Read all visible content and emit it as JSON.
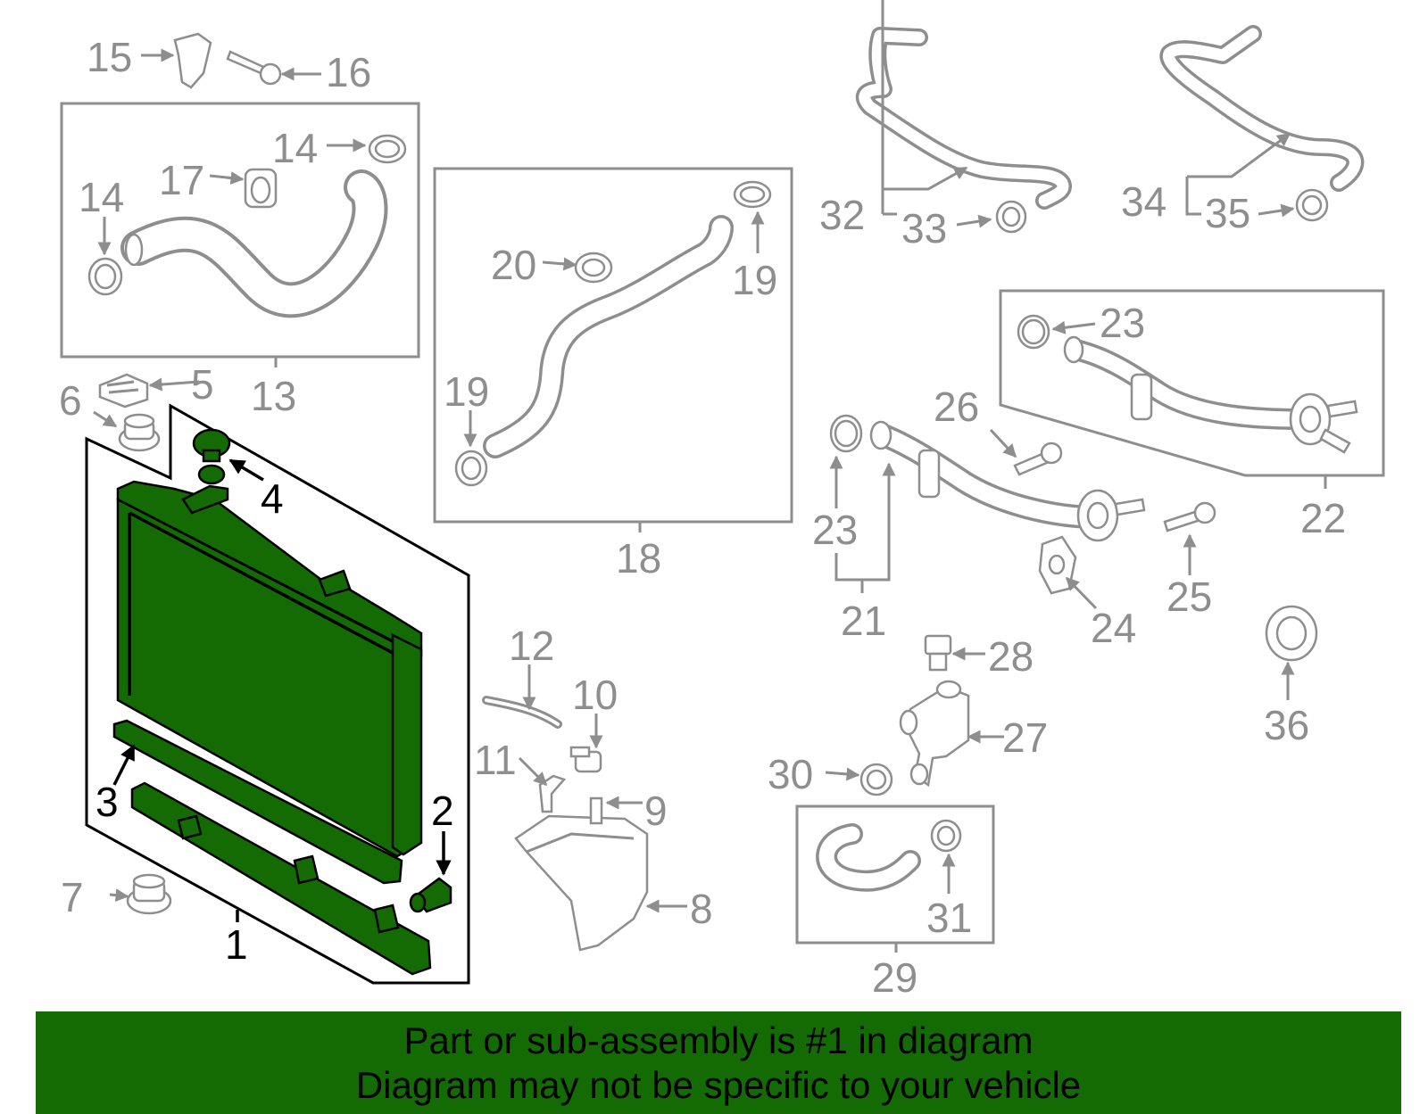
{
  "accent_color": "#146b04",
  "callouts": {
    "c1": "1",
    "c2": "2",
    "c3": "3",
    "c4": "4",
    "c5": "5",
    "c6": "6",
    "c7": "7",
    "c8": "8",
    "c9": "9",
    "c10": "10",
    "c11": "11",
    "c12": "12",
    "c13": "13",
    "c14a": "14",
    "c14b": "14",
    "c15": "15",
    "c16": "16",
    "c17": "17",
    "c18": "18",
    "c19a": "19",
    "c19b": "19",
    "c20": "20",
    "c21": "21",
    "c22": "22",
    "c23a": "23",
    "c23b": "23",
    "c24": "24",
    "c25": "25",
    "c26": "26",
    "c27": "27",
    "c28": "28",
    "c29": "29",
    "c30": "30",
    "c31": "31",
    "c32": "32",
    "c33": "33",
    "c34": "34",
    "c35": "35",
    "c36": "36"
  },
  "banner": {
    "line1": "Part or sub-assembly is #1 in diagram",
    "line2": "Diagram may not be specific to your vehicle"
  }
}
